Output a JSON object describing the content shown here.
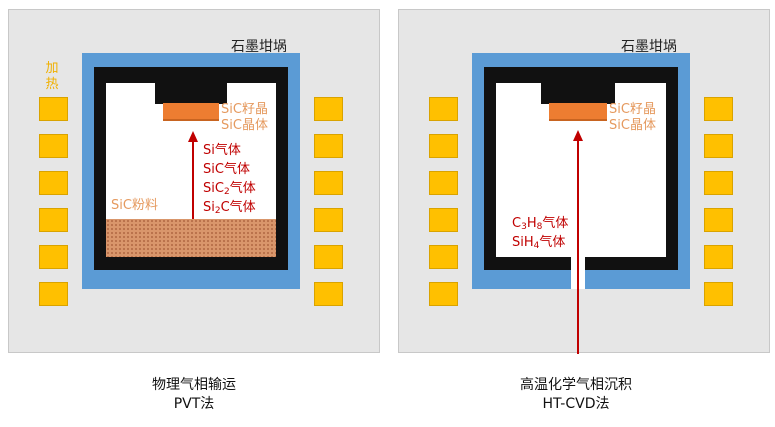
{
  "left": {
    "crucible_label": "石墨坩埚",
    "heat_label_1": "加",
    "heat_label_2": "热",
    "seed_label_1": "SiC籽晶",
    "seed_label_2": "SiC晶体",
    "powder_label": "SiC粉料",
    "gas_1": "Si气体",
    "gas_2": "SiC气体",
    "gas_3_pre": "SiC",
    "gas_3_sub": "2",
    "gas_3_post": "气体",
    "gas_4_pre": "Si",
    "gas_4_sub": "2",
    "gas_4_post": "C气体",
    "caption_1": "物理气相输运",
    "caption_2": "PVT法"
  },
  "right": {
    "crucible_label": "石墨坩埚",
    "seed_label_1": "SiC籽晶",
    "seed_label_2": "SiC晶体",
    "gas_1_pre": "C",
    "gas_1_sub1": "3",
    "gas_1_mid": "H",
    "gas_1_sub2": "8",
    "gas_1_post": "气体",
    "gas_2_pre": "SiH",
    "gas_2_sub": "4",
    "gas_2_post": "气体",
    "caption_1": "高温化学气相沉积",
    "caption_2": "HT-CVD法"
  },
  "colors": {
    "insulation": "#5b9bd5",
    "crucible": "#111111",
    "heater": "#ffc000",
    "seed": "#ed7d31",
    "gas_text": "#c00000",
    "material_text": "#e59a5f"
  }
}
